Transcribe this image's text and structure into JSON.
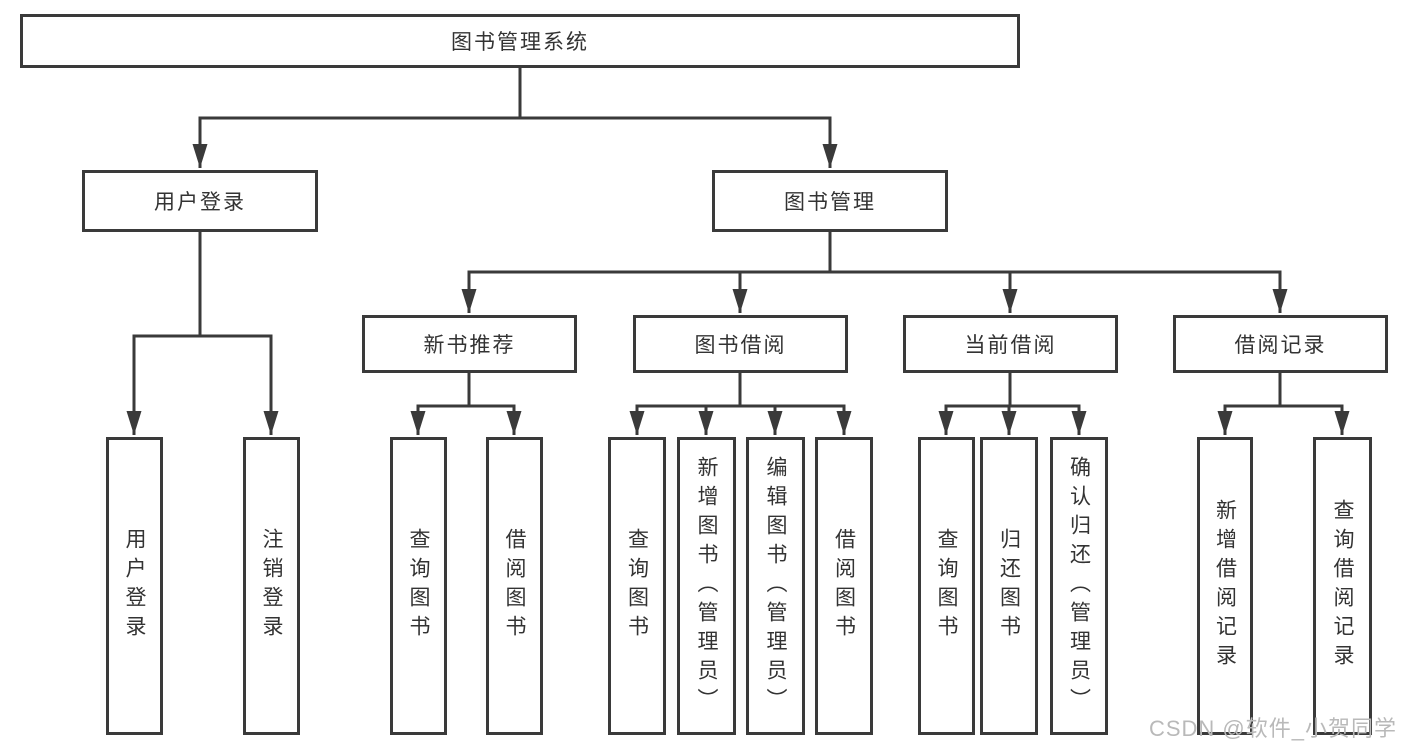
{
  "tree": {
    "label": "图书管理系统",
    "children": [
      {
        "label": "用户登录",
        "children": [
          {
            "label": "用户登录"
          },
          {
            "label": "注销登录"
          }
        ]
      },
      {
        "label": "图书管理",
        "children": [
          {
            "label": "新书推荐",
            "children": [
              {
                "label": "查询图书"
              },
              {
                "label": "借阅图书"
              }
            ]
          },
          {
            "label": "图书借阅",
            "children": [
              {
                "label": "查询图书"
              },
              {
                "label": "新增图书（管理员）"
              },
              {
                "label": "编辑图书（管理员）"
              },
              {
                "label": "借阅图书"
              }
            ]
          },
          {
            "label": "当前借阅",
            "children": [
              {
                "label": "查询图书"
              },
              {
                "label": "归还图书"
              },
              {
                "label": "确认归还（管理员）"
              }
            ]
          },
          {
            "label": "借阅记录",
            "children": [
              {
                "label": "新增借阅记录"
              },
              {
                "label": "查询借阅记录"
              }
            ]
          }
        ]
      }
    ]
  },
  "watermark": {
    "text": "CSDN @软件_小贺同学"
  },
  "colors": {
    "line": "#3a3a3a",
    "box_border": "#3a3a3a",
    "box_bg": "#ffffff",
    "text": "#333333",
    "watermark": "#b9b9b9"
  }
}
